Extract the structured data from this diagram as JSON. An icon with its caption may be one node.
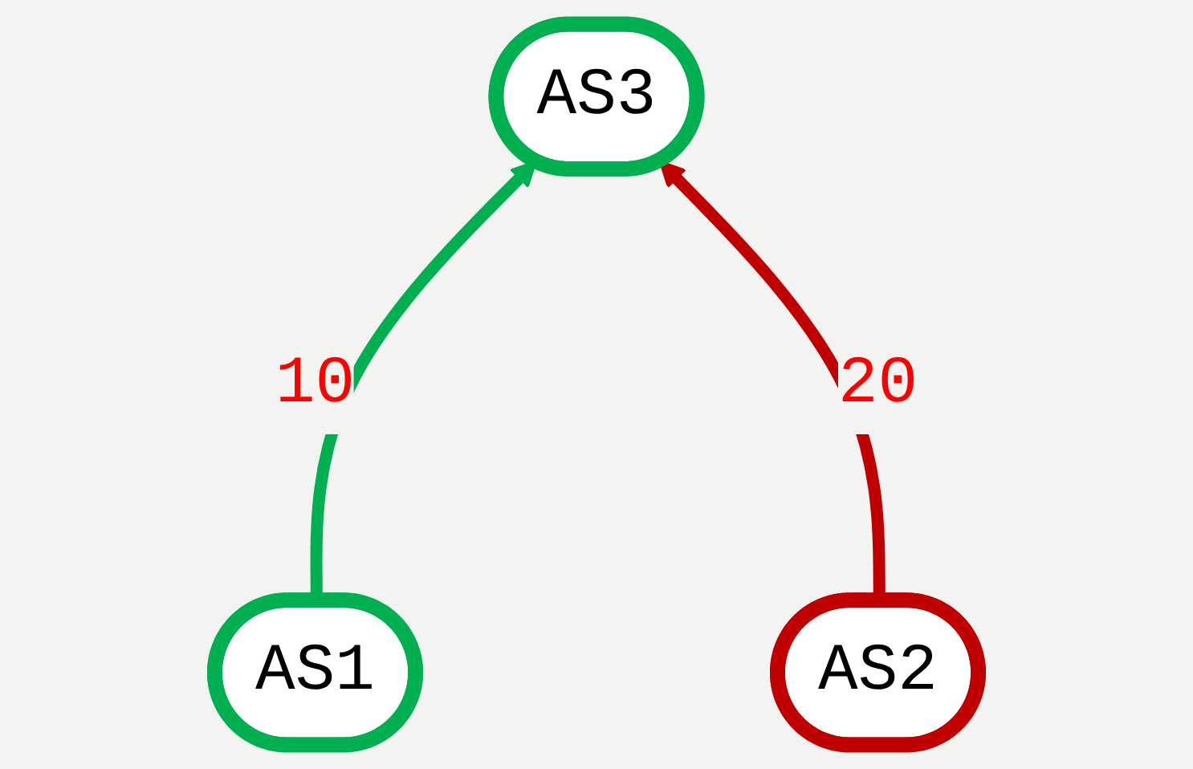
{
  "diagram": {
    "nodes": [
      {
        "text": [
          "AS3"
        ]
      },
      {
        "text": [
          "AS1"
        ]
      },
      {
        "text": [
          "AS2"
        ]
      }
    ],
    "edges": [
      {
        "from": 1,
        "to": 0,
        "arrow": "to",
        "label": "10",
        "color": "#00b050"
      },
      {
        "from": 2,
        "to": 0,
        "arrow": "to",
        "label": "20",
        "color": "#c00000"
      }
    ]
  }
}
